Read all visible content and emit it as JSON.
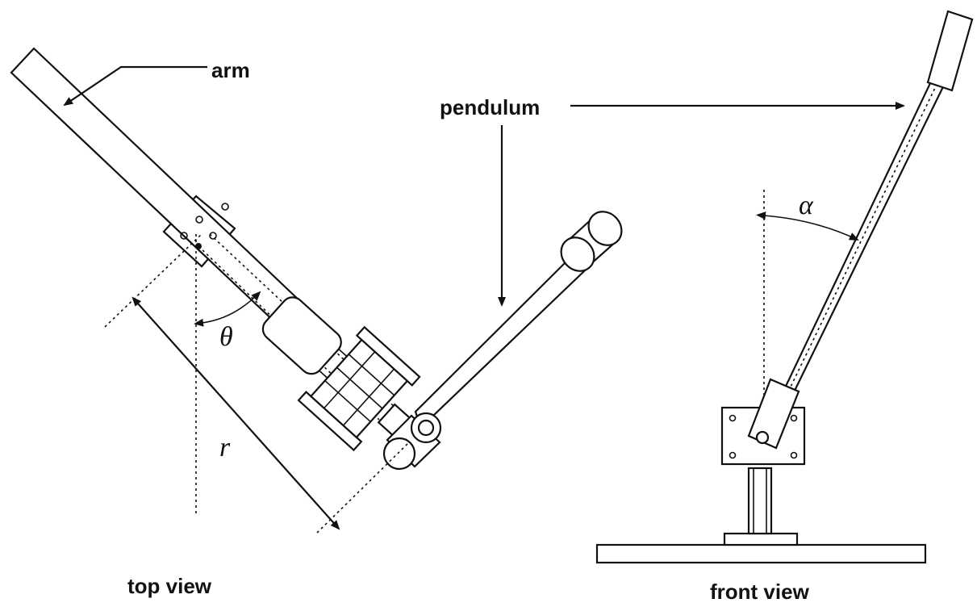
{
  "labels": {
    "arm": "arm",
    "pendulum": "pendulum",
    "theta": "θ",
    "r": "r",
    "alpha": "α",
    "top_view": "top view",
    "front_view": "front view"
  }
}
